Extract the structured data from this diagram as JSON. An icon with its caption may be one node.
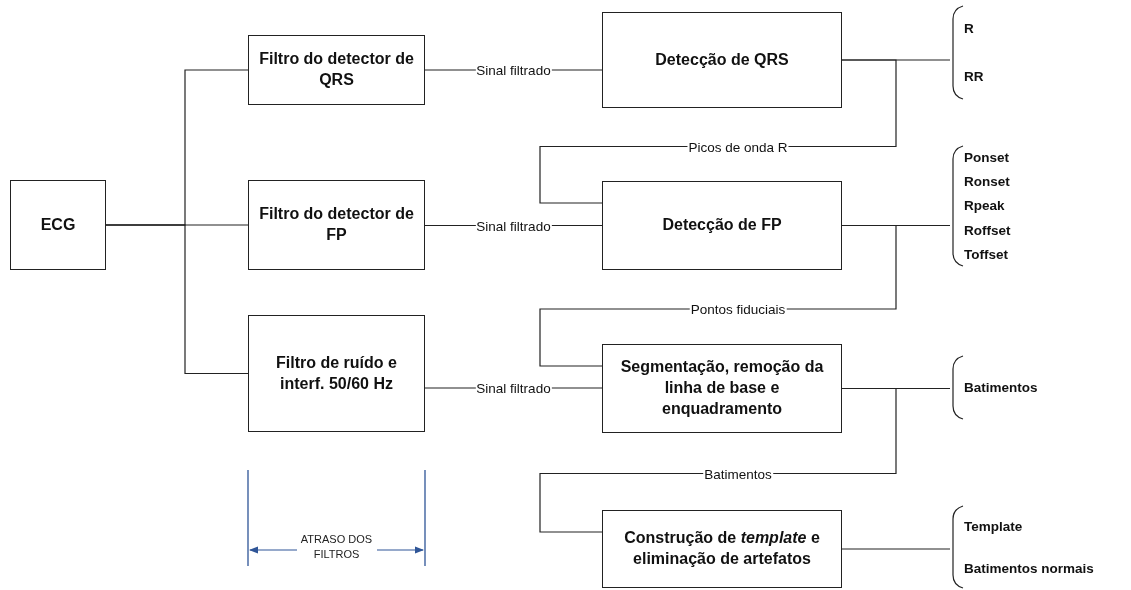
{
  "diagram": {
    "nodes": [
      {
        "text": [
          "ECG"
        ]
      },
      {
        "text": [
          "Filtro do detector de QRS"
        ]
      },
      {
        "text": [
          "Filtro do detector de FP"
        ]
      },
      {
        "text": [
          "Filtro de ruído e interf. 50/60 Hz"
        ]
      },
      {
        "text": [
          "Detecção de QRS"
        ]
      },
      {
        "text": [
          "Detecção de FP"
        ]
      },
      {
        "text": [
          "Segmentação, remoção da linha de base e enquadramento"
        ]
      },
      {
        "text": [
          "Construção de *template* e eliminação de artefatos"
        ]
      },
      {
        "text": [
          "R",
          "RR"
        ]
      },
      {
        "text": [
          "Ponset",
          "Ronset",
          "Rpeak",
          "Roffset",
          "Toffset"
        ]
      },
      {
        "text": [
          "Batimentos"
        ]
      },
      {
        "text": [
          "Template",
          "Batimentos normais"
        ]
      }
    ],
    "edges": [
      {
        "from": 0,
        "to": 1,
        "arrow": "none"
      },
      {
        "from": 0,
        "to": 2,
        "arrow": "none"
      },
      {
        "from": 0,
        "to": 3,
        "arrow": "none"
      },
      {
        "from": 1,
        "to": 4,
        "label": "Sinal filtrado",
        "arrow": "none"
      },
      {
        "from": 2,
        "to": 5,
        "label": "Sinal filtrado",
        "arrow": "none"
      },
      {
        "from": 3,
        "to": 6,
        "label": "Sinal filtrado",
        "arrow": "none"
      },
      {
        "from": 4,
        "to": 8,
        "arrow": "none"
      },
      {
        "from": 4,
        "to": 5,
        "label": "Picos de onda R",
        "arrow": "none"
      },
      {
        "from": 5,
        "to": 9,
        "arrow": "none"
      },
      {
        "from": 5,
        "to": 6,
        "label": "Pontos fiduciais",
        "arrow": "none"
      },
      {
        "from": 6,
        "to": 10,
        "arrow": "none"
      },
      {
        "from": 6,
        "to": 7,
        "label": "Batimentos",
        "arrow": "none"
      },
      {
        "from": 7,
        "to": 11,
        "arrow": "none"
      }
    ],
    "labels": [
      "ATRASO DOS FILTROS"
    ]
  }
}
